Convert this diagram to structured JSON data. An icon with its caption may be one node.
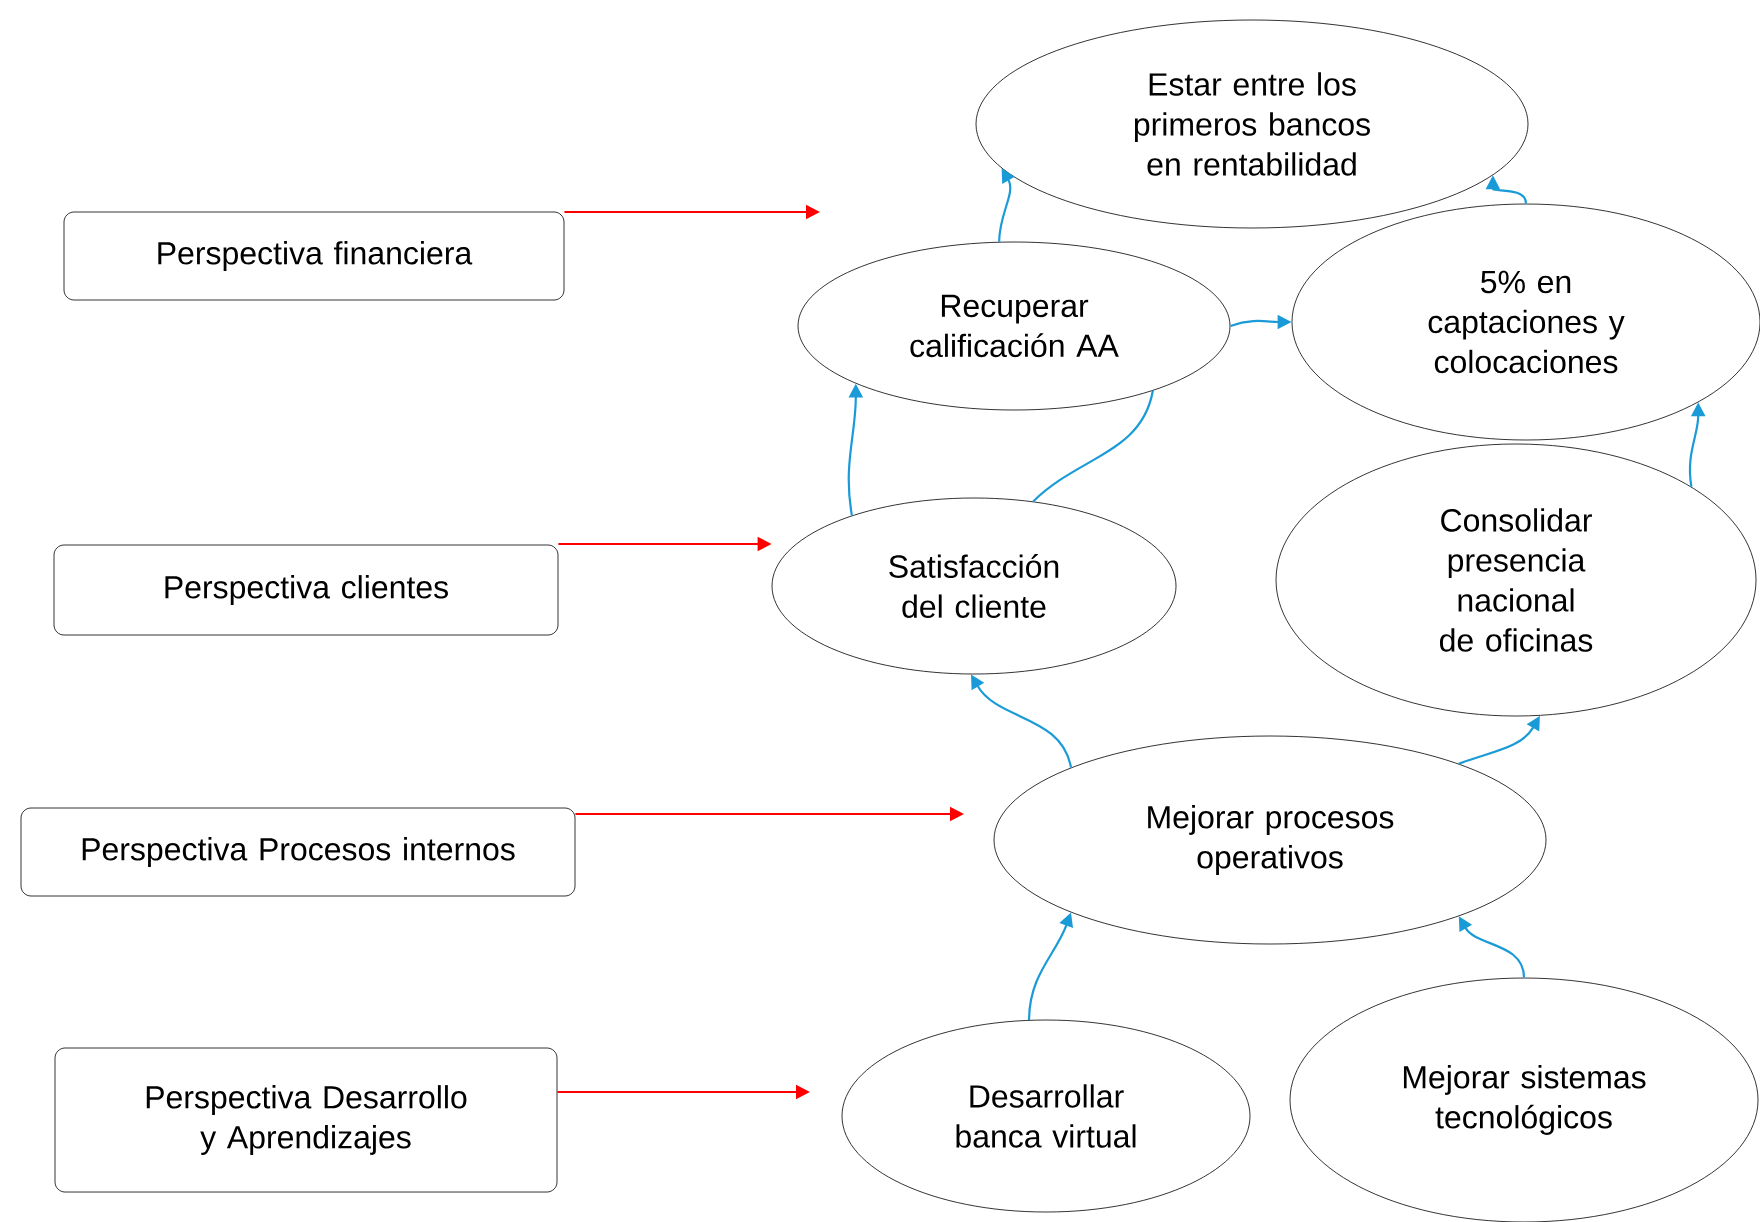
{
  "diagram": {
    "nodes": [
      {
        "text": [
          "Perspectiva financiera"
        ]
      },
      {
        "text": [
          "Perspectiva clientes"
        ]
      },
      {
        "text": [
          "Perspectiva Procesos internos"
        ]
      },
      {
        "text": [
          "Perspectiva Desarrollo y Aprendizajes"
        ]
      },
      {
        "text": [
          "Estar entre los primeros bancos en rentabilidad"
        ]
      },
      {
        "text": [
          "Recuperar calificación AA"
        ]
      },
      {
        "text": [
          "5% en captaciones y colocaciones"
        ]
      },
      {
        "text": [
          "Satisfacción del cliente"
        ]
      },
      {
        "text": [
          "Consolidar presencia nacional de oficinas"
        ]
      },
      {
        "text": [
          "Mejorar procesos operativos"
        ]
      },
      {
        "text": [
          "Desarrollar banca virtual"
        ]
      },
      {
        "text": [
          "Mejorar sistemas tecnológicos"
        ]
      }
    ],
    "edges": [
      {
        "from": 5,
        "to": 4,
        "arrow": "to"
      },
      {
        "from": 6,
        "to": 4,
        "arrow": "to"
      },
      {
        "from": 5,
        "to": 6,
        "arrow": "to"
      },
      {
        "from": 7,
        "to": 5,
        "arrow": "to"
      },
      {
        "from": 7,
        "to": 5,
        "arrow": "none"
      },
      {
        "from": 8,
        "to": 6,
        "arrow": "to"
      },
      {
        "from": 9,
        "to": 7,
        "arrow": "to"
      },
      {
        "from": 9,
        "to": 8,
        "arrow": "to"
      },
      {
        "from": 10,
        "to": 9,
        "arrow": "to"
      },
      {
        "from": 11,
        "to": 9,
        "arrow": "to"
      },
      {
        "from": 0,
        "to": null,
        "arrow": "to",
        "color": "#ff0000"
      },
      {
        "from": 1,
        "to": 7,
        "arrow": "to",
        "color": "#ff0000"
      },
      {
        "from": 2,
        "to": null,
        "arrow": "to",
        "color": "#ff0000"
      },
      {
        "from": 3,
        "to": null,
        "arrow": "to",
        "color": "#ff0000"
      }
    ]
  }
}
